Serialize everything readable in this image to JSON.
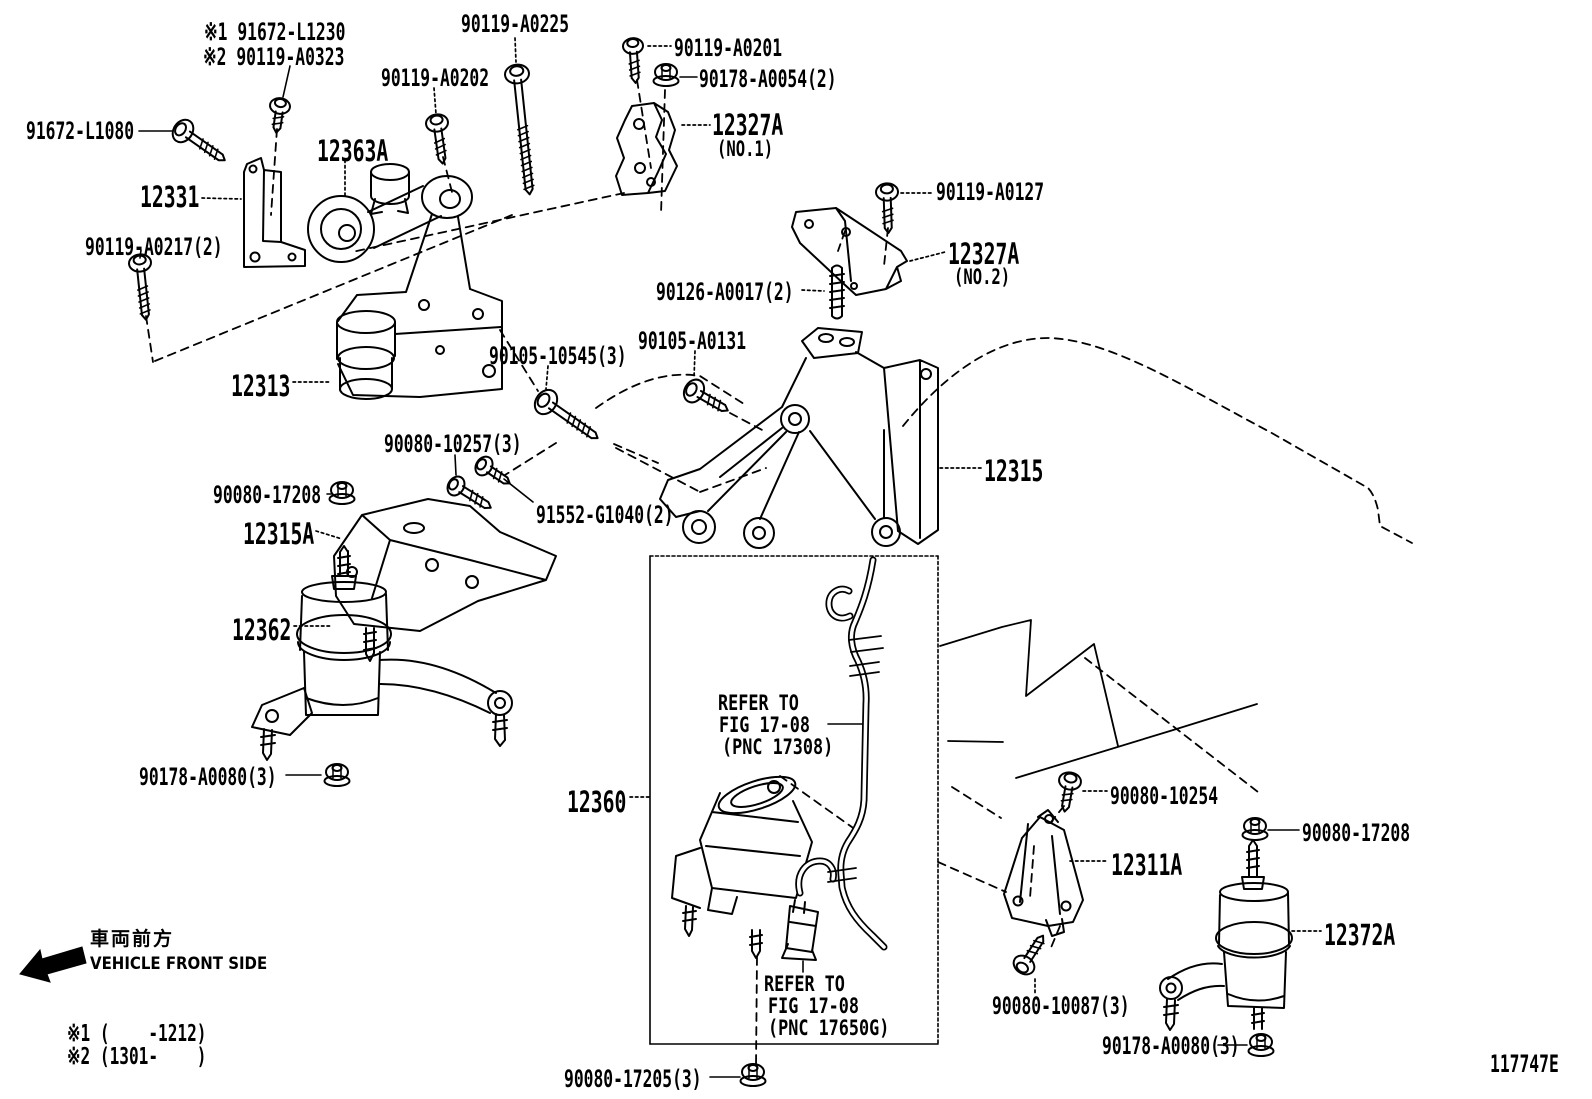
{
  "diagram_code": "117747E",
  "front_direction": {
    "jp": "車両前方",
    "en": "VEHICLE FRONT SIDE"
  },
  "top_notes": [
    "※1 91672-L1230",
    "※2 90119-A0323"
  ],
  "bottom_notes": [
    "※1 (    -1212)",
    "※2 (1301-    )"
  ],
  "refer_notes": [
    {
      "l1": "REFER TO",
      "l2": "FIG 17-08",
      "l3": "(PNC 17308)"
    },
    {
      "l1": "REFER TO",
      "l2": "FIG 17-08",
      "l3": "(PNC 17650G)"
    }
  ],
  "part_labels": [
    "90119-A0225",
    "90119-A0202",
    "90119-A0201",
    "90178-A0054(2)",
    "12327A",
    "(NO.1)",
    "91672-L1080",
    "12331",
    "12363A",
    "90119-A0217(2)",
    "90119-A0127",
    "12327A",
    "(NO.2)",
    "90126-A0017(2)",
    "12313",
    "90105-10545(3)",
    "90105-A0131",
    "90080-10257(3)",
    "90080-17208",
    "12315A",
    "91552-G1040(2)",
    "12315",
    "12362",
    "90178-A0080(3)",
    "12360",
    "90080-10254",
    "12311A",
    "90080-17208",
    "12372A",
    "90080-10087(3)",
    "90178-A0080(3)",
    "90080-17205(3)"
  ],
  "colors": {
    "ink": "#000000",
    "paper": "#ffffff"
  }
}
